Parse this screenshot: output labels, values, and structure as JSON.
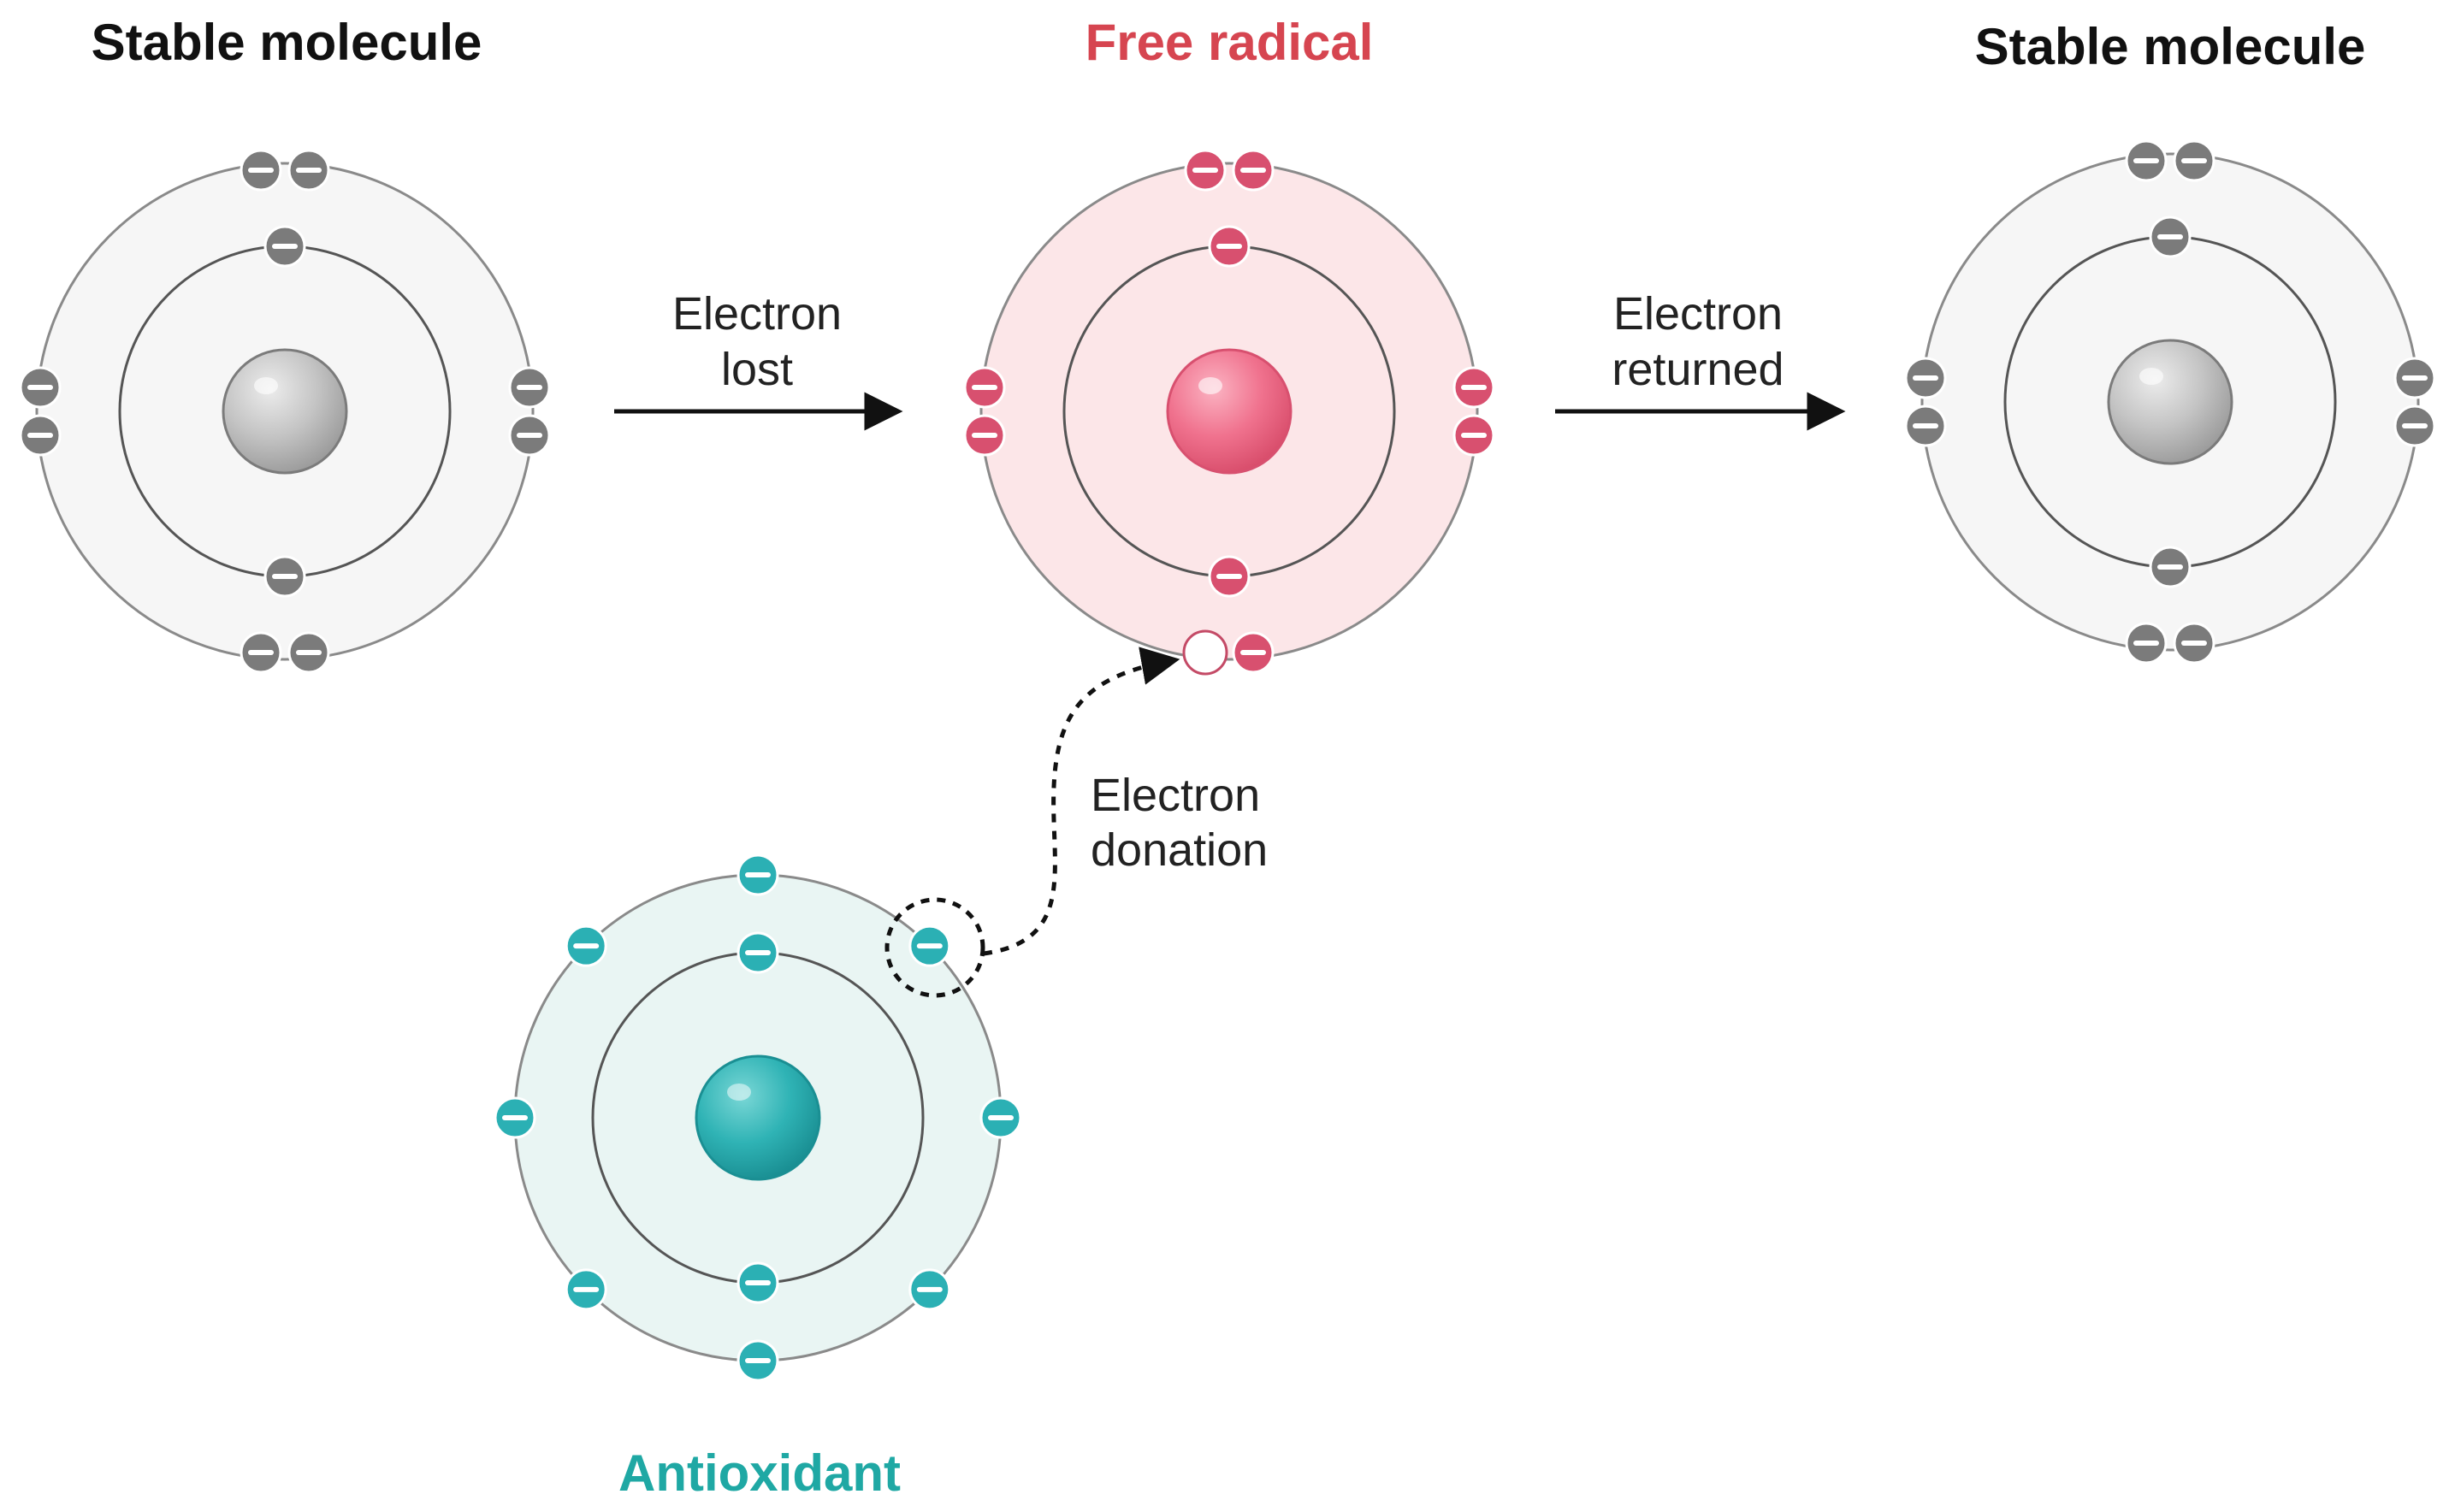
{
  "colors": {
    "stable": "#7b7b7b",
    "stable_fill": "#f6f6f6",
    "stable_nucleus": "#c6c6c6",
    "radical": "#d8506f",
    "radical_fill": "#fce6e8",
    "radical_nucleus": "#f07f98",
    "antioxidant": "#2bb0b4",
    "antioxidant_fill": "#e9f5f3",
    "antioxidant_nucleus": "#2fb3b5",
    "orbit": "#8a8a8a",
    "arrow": "#111111",
    "radical_title": "#d64550",
    "antioxidant_title": "#1fa8a4",
    "stable_title": "#111111"
  },
  "icons": {
    "electron": "minus-in-circle",
    "nucleus": "sphere",
    "vacancy": "empty-circle"
  },
  "titles": {
    "stable_left": "Stable molecule",
    "free_radical": "Free radical",
    "stable_right": "Stable molecule",
    "antioxidant": "Antioxidant"
  },
  "arrows": {
    "lost": {
      "line1": "Electron",
      "line2": "lost"
    },
    "returned": {
      "line1": "Electron",
      "line2": "returned"
    },
    "donation": {
      "line1": "Electron",
      "line2": "donation"
    }
  }
}
